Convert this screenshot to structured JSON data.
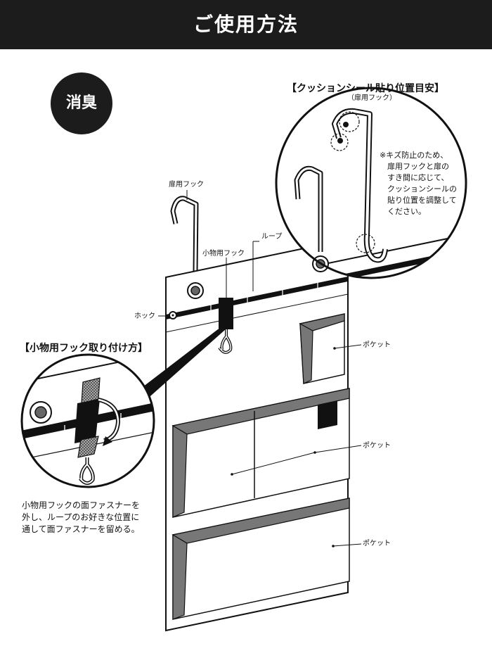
{
  "header": {
    "title": "ご使用方法"
  },
  "badge": {
    "label": "消臭"
  },
  "cushion_guide": {
    "title": "【クッションシール貼り位置目安】",
    "subtitle": "（扉用フック）",
    "note_lines": [
      "※キズ防止のため、",
      "扉用フックと扉の",
      "すき間に応じて、",
      "クッションシールの",
      "貼り位置を調整して",
      "ください。"
    ]
  },
  "labels": {
    "door_hook": "扉用フック",
    "loop": "ループ",
    "small_hook": "小物用フック",
    "hock": "ホック",
    "pocket_top": "ポケット",
    "pocket_middle": "ポケット",
    "pocket_bottom": "ポケット"
  },
  "small_hook_guide": {
    "title": "【小物用フック取り付け方】",
    "instruction_lines": [
      "小物用フックの面ファスナーを",
      "外し、ループのお好きな位置に",
      "通して面ファスナーを留める。"
    ]
  }
}
